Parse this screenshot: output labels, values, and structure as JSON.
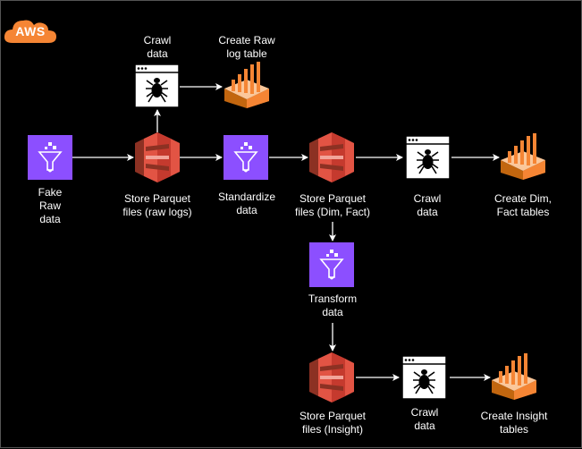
{
  "brand": {
    "logo_text": "AWS",
    "logo_color": "#F58534"
  },
  "colors": {
    "glue": "#8C4FFF",
    "s3": "#E25444",
    "athena": "#F58534",
    "crawler_bg": "#ffffff",
    "edge": "#ffffff"
  },
  "nodes": {
    "fake_raw": {
      "icon": "glue-funnel-icon",
      "label": "Fake\nRaw\ndata"
    },
    "s3_raw": {
      "icon": "s3-bucket-icon",
      "label": "Store Parquet\nfiles (raw logs)"
    },
    "crawl_raw": {
      "icon": "crawler-spider-icon",
      "label": "Crawl\ndata"
    },
    "athena_raw": {
      "icon": "athena-table-icon",
      "label": "Create Raw\nlog table"
    },
    "standardize": {
      "icon": "glue-funnel-icon",
      "label": "Standardize\ndata"
    },
    "s3_dim": {
      "icon": "s3-bucket-icon",
      "label": "Store Parquet\nfiles (Dim, Fact)"
    },
    "crawl_dim": {
      "icon": "crawler-spider-icon",
      "label": "Crawl\ndata"
    },
    "athena_dim": {
      "icon": "athena-table-icon",
      "label": "Create Dim,\nFact tables"
    },
    "transform": {
      "icon": "glue-funnel-icon",
      "label": "Transform\ndata"
    },
    "s3_insight": {
      "icon": "s3-bucket-icon",
      "label": "Store Parquet\nfiles (Insight)"
    },
    "crawl_insight": {
      "icon": "crawler-spider-icon",
      "label": "Crawl\ndata"
    },
    "athena_insight": {
      "icon": "athena-table-icon",
      "label": "Create Insight\ntables"
    }
  }
}
